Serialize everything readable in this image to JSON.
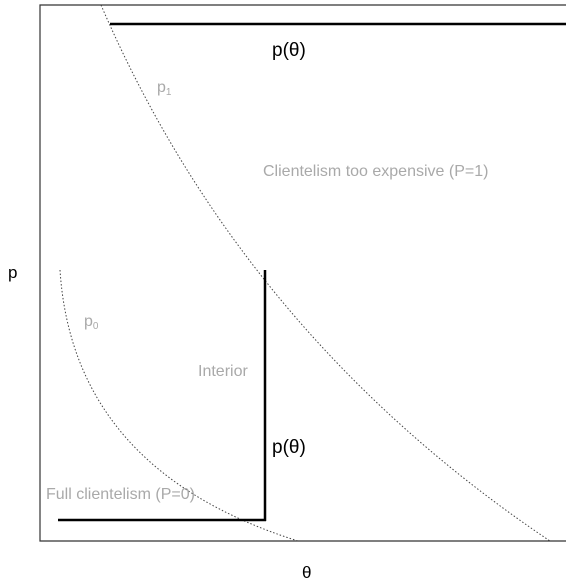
{
  "axes": {
    "x_label": "θ",
    "y_label": "p"
  },
  "curves": {
    "p1": {
      "name": "p",
      "subscript": "1"
    },
    "p0": {
      "name": "p",
      "subscript": "0"
    }
  },
  "thresholds": {
    "top_label": "p(θ)",
    "middle_label": "p(θ)"
  },
  "regions": {
    "too_expensive": "Clientelism too expensive (P=1)",
    "interior": "Interior",
    "full": "Full clientelism (P=0)"
  },
  "colors": {
    "frame": "#333333",
    "threshold_line": "#000000",
    "curve": "#444444",
    "region_text": "#a9a9a9"
  }
}
